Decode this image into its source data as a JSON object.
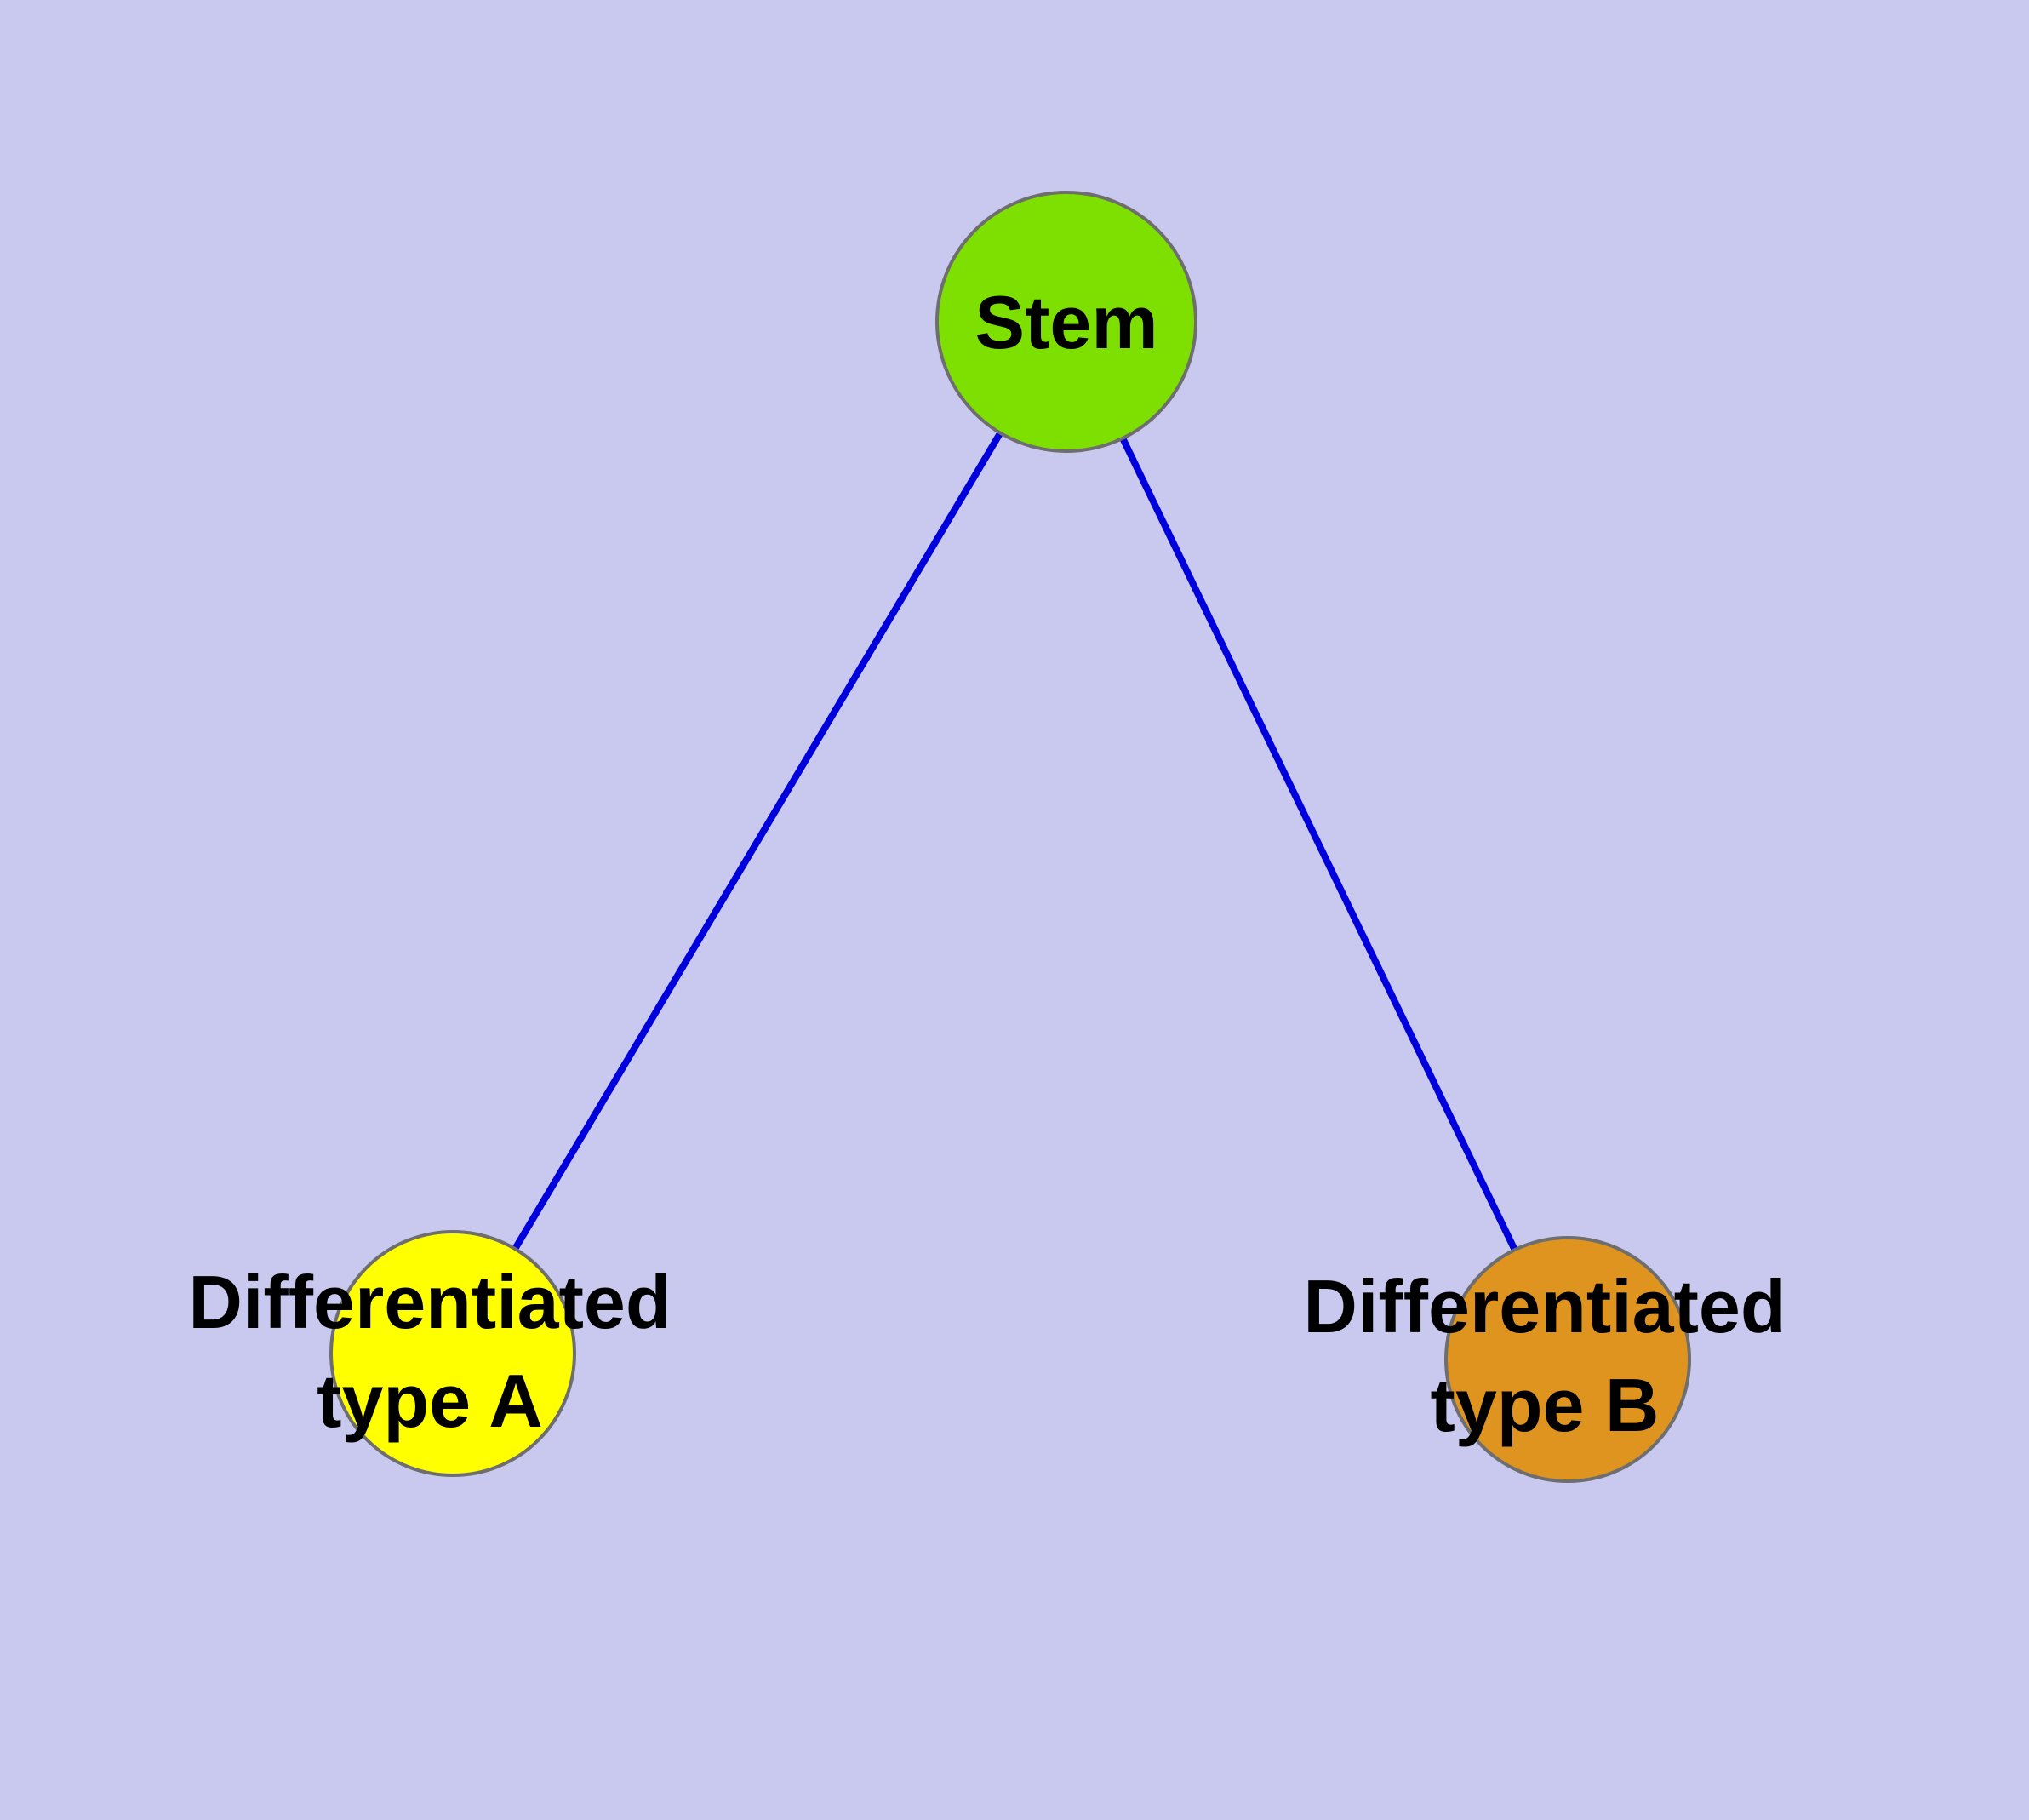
{
  "diagram": {
    "background_color": "#c9c9f0",
    "edge_color": "#0000dd",
    "node_border_color": "#6e6e6e",
    "nodes": {
      "stem": {
        "label": "Stem",
        "fill_color": "#7ee000"
      },
      "type_a": {
        "label_line1": "Differentiated",
        "label_line2": "type A",
        "fill_color": "#ffff00"
      },
      "type_b": {
        "label_line1": "Differentiated",
        "label_line2": "type B",
        "fill_color": "#de941e"
      }
    },
    "edges": [
      {
        "from": "Stem",
        "to": "Differentiated type A"
      },
      {
        "from": "Stem",
        "to": "Differentiated type B"
      }
    ]
  }
}
